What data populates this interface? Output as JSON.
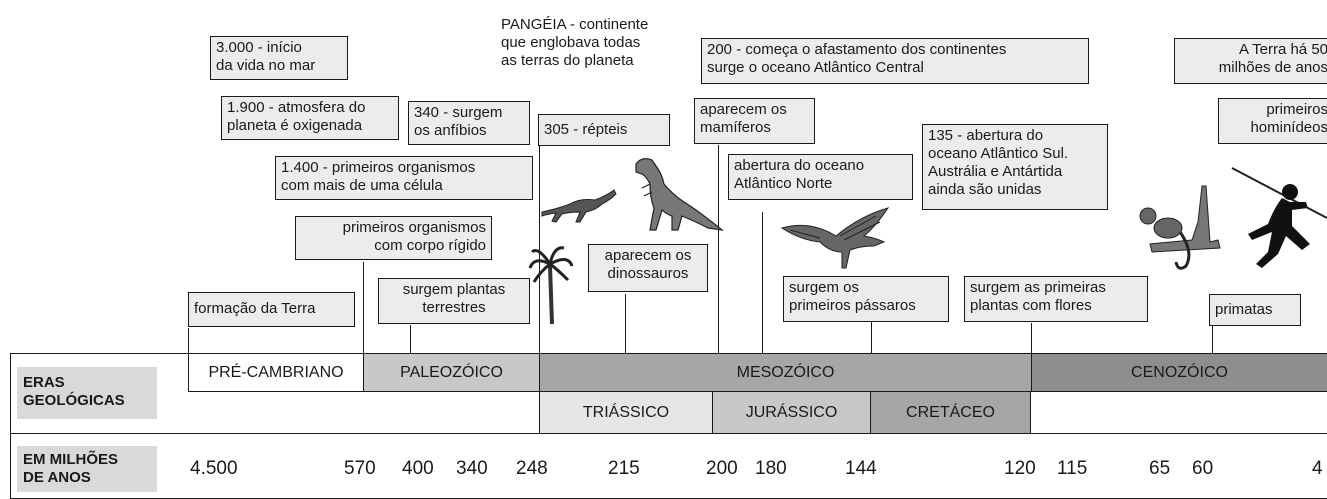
{
  "colors": {
    "box_fill": "#ececec",
    "pre_cambrian": "#ffffff",
    "paleozoic": "#c8c8c8",
    "mesozoic": "#a6a6a6",
    "cenozoic": "#8e8e8e",
    "triassic": "#e6e6e6",
    "jurassic": "#c8c8c8",
    "cretaceous": "#a6a6a6",
    "label_fill": "#d9d9d9"
  },
  "events": {
    "e1": "3.000 - início\nda vida no mar",
    "e2": "1.900 - atmosfera do\nplaneta é oxigenada",
    "e3": "340 - surgem\nos anfíbios",
    "e4": "1.400 - primeiros organismos\ncom mais de uma célula",
    "e5": "primeiros organismos\ncom corpo rígido",
    "e6": "formação da Terra",
    "e7": "surgem plantas\nterrestres",
    "e8": "PANGÉIA - continente\nque englobava todas\nas terras do planeta",
    "e9": "305 - répteis",
    "e10": "aparecem os\ndinossauros",
    "e11": "200 - começa o afastamento dos continentes\nsurge o oceano Atlântico Central",
    "e12": "aparecem os\nmamíferos",
    "e13": "abertura do oceano\nAtlântico Norte",
    "e14": "surgem os\nprimeiros pássaros",
    "e15": "135 - abertura do\noceano Atlântico Sul.\nAustrália e Antártida\nainda são unidas",
    "e16": "surgem as primeiras\nplantas com flores",
    "e17": "A Terra há 50\nmilhões de anos",
    "e18": "primeiros\nhominídeos",
    "e19": "primatas"
  },
  "row_labels": {
    "eras": "ERAS\nGEOLÓGICAS",
    "years": "EM MILHÕES\nDE ANOS"
  },
  "eras": {
    "pre": "PRÉ-CAMBRIANO",
    "paleo": "PALEOZÓICO",
    "meso": "MESOZÓICO",
    "ceno": "CENOZÓICO"
  },
  "periods": {
    "tri": "TRIÁSSICO",
    "jur": "JURÁSSICO",
    "cre": "CRETÁCEO"
  },
  "years": [
    "4.500",
    "570",
    "400",
    "340",
    "248",
    "215",
    "200",
    "180",
    "144",
    "120",
    "115",
    "65",
    "60",
    "4"
  ],
  "illustrations": [
    "lizard-reptile",
    "dinosaur",
    "palm-tree",
    "bird",
    "monkey",
    "hominid-with-spear"
  ]
}
